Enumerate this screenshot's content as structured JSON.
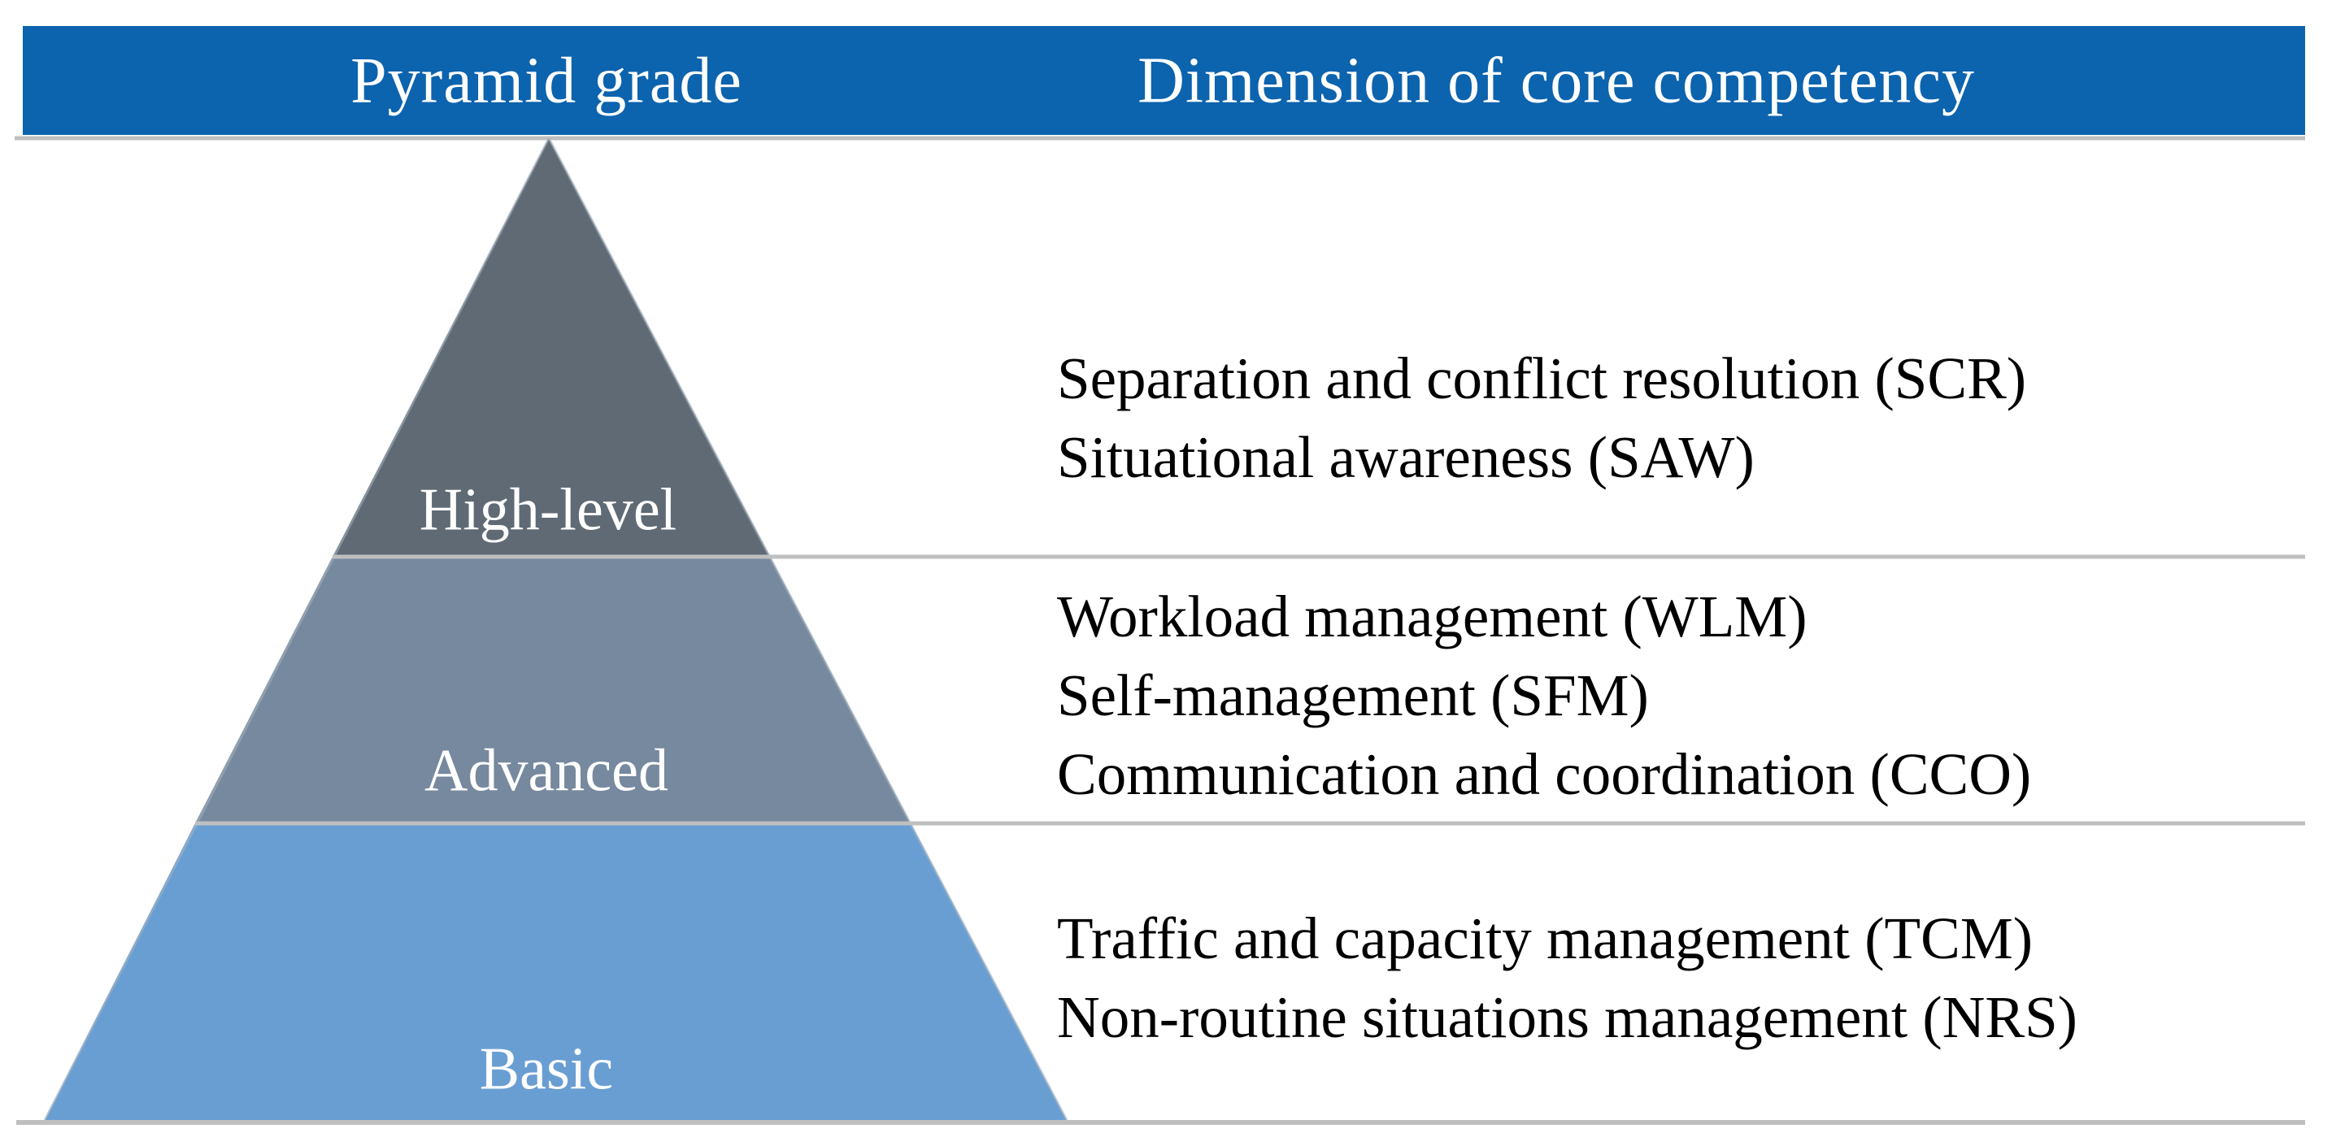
{
  "header": {
    "columns": [
      "Pyramid grade",
      "Dimension of core competency"
    ],
    "bg_color": "#0C63AE",
    "text_color": "#FFFFFF"
  },
  "pyramid": {
    "label_color": "#FFFFFF",
    "levels": [
      {
        "grade": "High-level",
        "color": "#5F6A74",
        "competencies": [
          "Separation and conflict resolution (SCR)",
          "Situational awareness (SAW)"
        ]
      },
      {
        "grade": "Advanced",
        "color": "#76899E",
        "competencies": [
          "Workload management (WLM)",
          "Self-management (SFM)",
          "Communication and coordination (CCO)"
        ]
      },
      {
        "grade": "Basic",
        "color": "#699ED3",
        "competencies": [
          "Traffic and capacity management (TCM)",
          "Non-routine situations management (NRS)"
        ]
      }
    ]
  },
  "lines": {
    "divider_color": "#BFBFBF",
    "edge_highlight_color": "#A7B4C0",
    "text_color": "#000000"
  }
}
